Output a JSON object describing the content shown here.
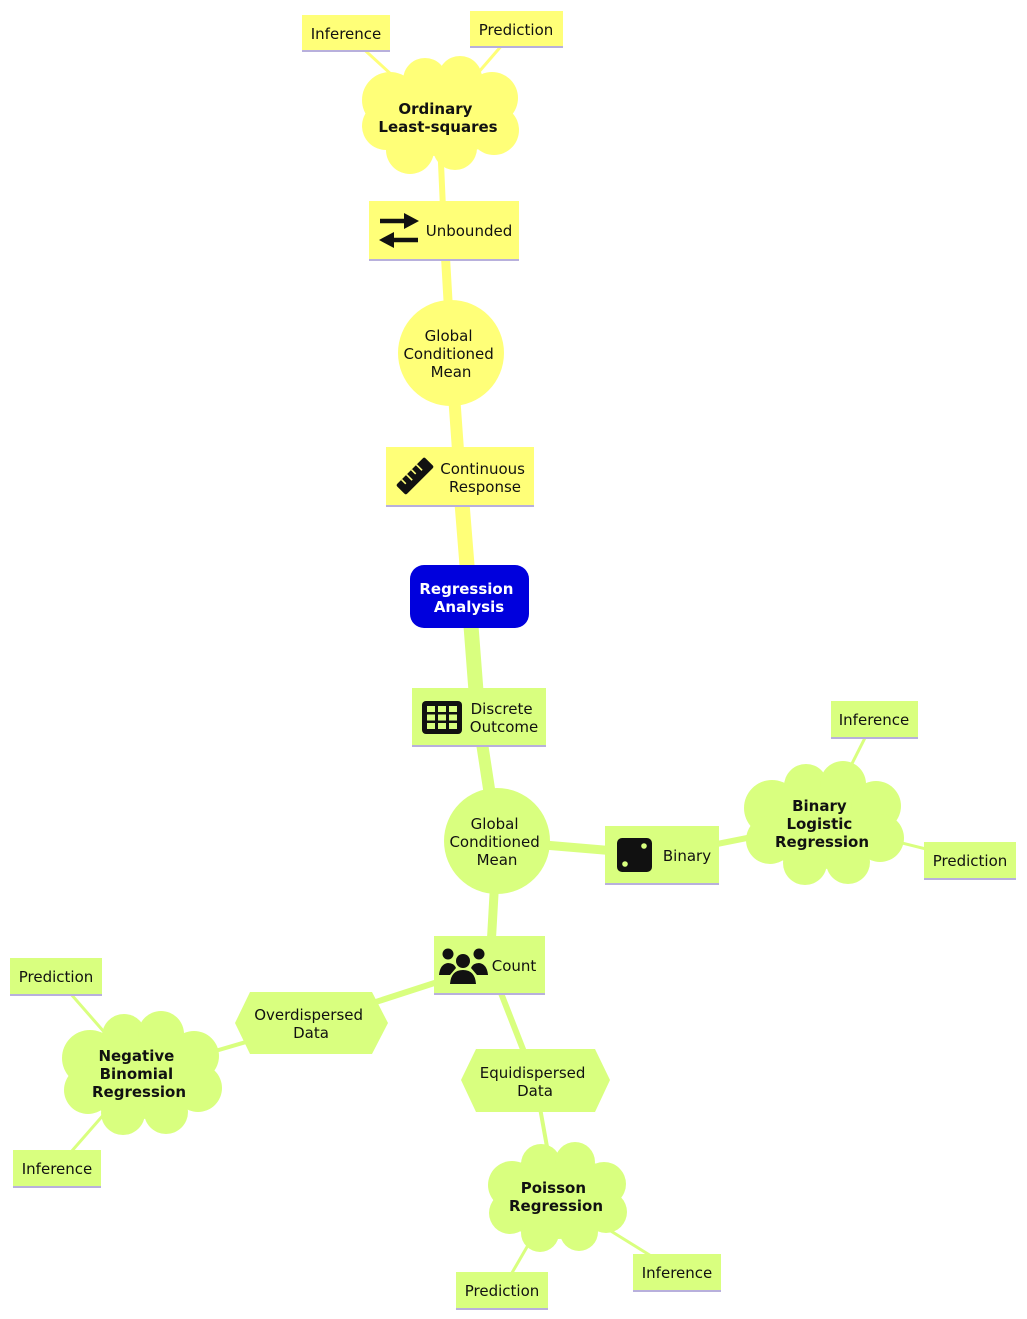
{
  "root": {
    "label_lines": [
      "Regression",
      "Analysis"
    ]
  },
  "continuous": {
    "label_lines": [
      "Continuous",
      "Response"
    ],
    "icon": "ruler-icon",
    "mean": {
      "label_lines": [
        "Global",
        "Conditioned",
        "Mean"
      ]
    },
    "unbounded": {
      "label": "Unbounded",
      "icon": "arrows-right-left-icon"
    },
    "model": {
      "label_lines": [
        "Ordinary",
        "Least-squares"
      ],
      "inference": "Inference",
      "prediction": "Prediction"
    }
  },
  "discrete": {
    "label_lines": [
      "Discrete",
      "Outcome"
    ],
    "icon": "table-grid-icon",
    "mean": {
      "label_lines": [
        "Global",
        "Conditioned",
        "Mean"
      ]
    },
    "binary": {
      "label": "Binary",
      "icon": "dice-icon",
      "model": {
        "label_lines": [
          "Binary",
          "Logistic",
          "Regression"
        ],
        "inference": "Inference",
        "prediction": "Prediction"
      }
    },
    "count": {
      "label": "Count",
      "icon": "users-group-icon",
      "overdispersed": {
        "label_lines": [
          "Overdispersed",
          "Data"
        ],
        "model": {
          "label_lines": [
            "Negative",
            "Binomial",
            "Regression"
          ],
          "prediction": "Prediction",
          "inference": "Inference"
        }
      },
      "equidispersed": {
        "label_lines": [
          "Equidispersed",
          "Data"
        ],
        "model": {
          "label_lines": [
            "Poisson",
            "Regression"
          ],
          "prediction": "Prediction",
          "inference": "Inference"
        }
      }
    }
  },
  "colors": {
    "root": "#0000dd",
    "continuous_branch": "#ffff78",
    "discrete_branch": "#d9ff7f",
    "underline": "#b8b0dc",
    "text": "#111111",
    "root_text": "#ffffff"
  }
}
